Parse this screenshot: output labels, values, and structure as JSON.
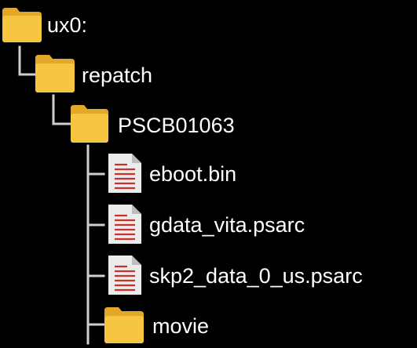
{
  "colors": {
    "background": "#000000",
    "text": "#ffffff",
    "connector": "#cfcfcf",
    "folder_front": "#f7c640",
    "folder_back": "#e3a82a",
    "file_body": "#ececec",
    "file_fold": "#bdbdbd",
    "file_lines": "#c9322b"
  },
  "tree": {
    "root": {
      "label": "ux0:",
      "icon": "folder-icon"
    },
    "repatch": {
      "label": "repatch",
      "icon": "folder-icon"
    },
    "title_id": {
      "label": "PSCB01063",
      "icon": "folder-icon"
    },
    "files": [
      {
        "label": "eboot.bin",
        "icon": "file-icon"
      },
      {
        "label": "gdata_vita.psarc",
        "icon": "file-icon"
      },
      {
        "label": "skp2_data_0_us.psarc",
        "icon": "file-icon"
      }
    ],
    "movie": {
      "label": "movie",
      "icon": "folder-icon"
    }
  }
}
